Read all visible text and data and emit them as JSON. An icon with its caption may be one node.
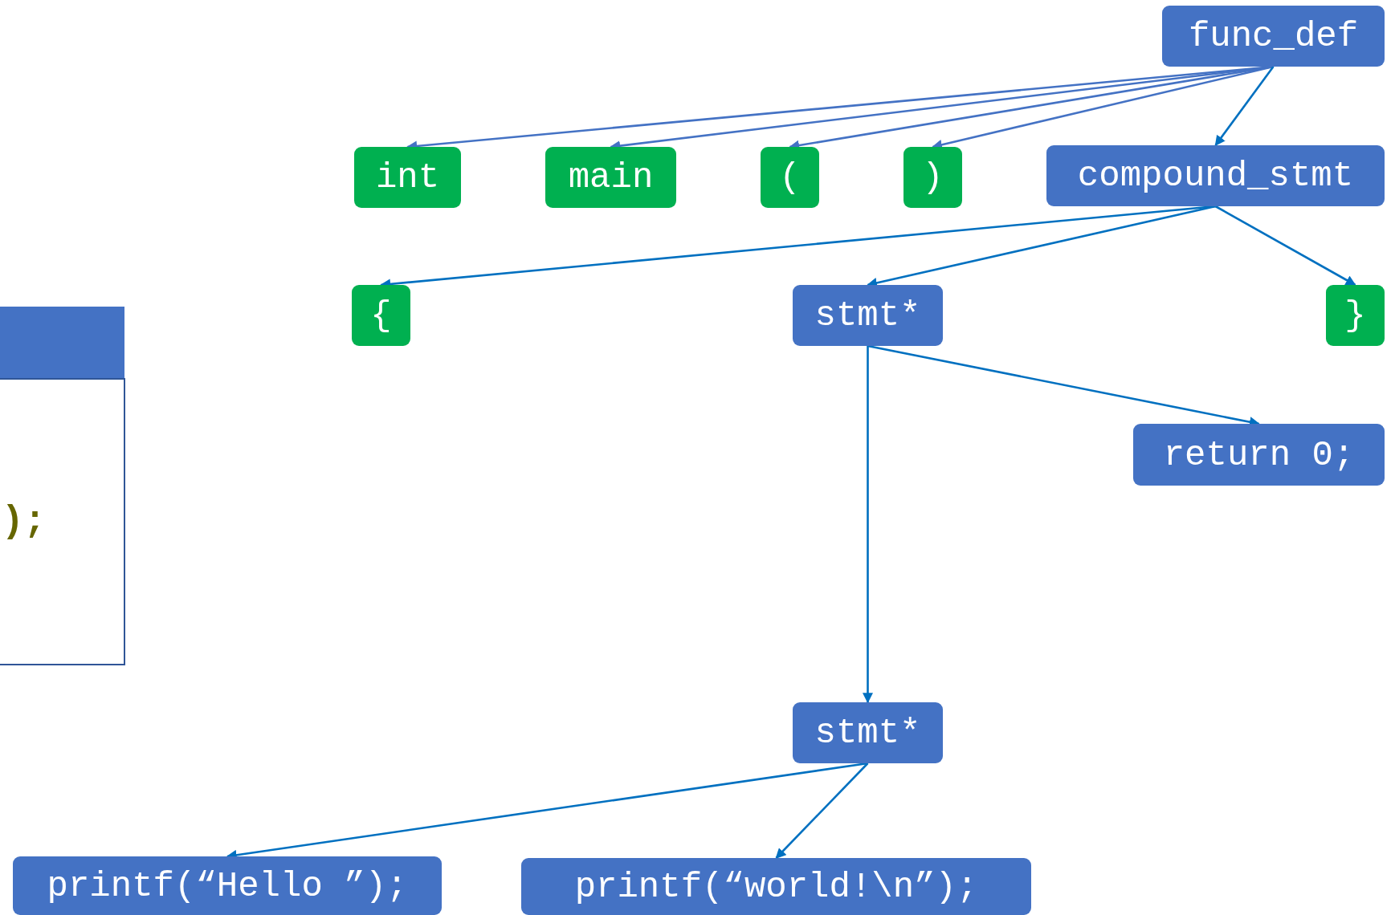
{
  "diagram": {
    "nodes": [
      {
        "text": [
          ");"
        ]
      },
      {
        "text": [
          "func_def"
        ]
      },
      {
        "text": [
          "int"
        ]
      },
      {
        "text": [
          "main"
        ]
      },
      {
        "text": [
          "("
        ]
      },
      {
        "text": [
          ")"
        ]
      },
      {
        "text": [
          "compound_stmt"
        ]
      },
      {
        "text": [
          "{"
        ]
      },
      {
        "text": [
          "stmt*"
        ]
      },
      {
        "text": [
          "}"
        ]
      },
      {
        "text": [
          "return 0;"
        ]
      },
      {
        "text": [
          "stmt*"
        ]
      },
      {
        "text": [
          "printf(“Hello ”);"
        ]
      },
      {
        "text": [
          "printf(“world!\\n”);"
        ]
      }
    ],
    "edges": [
      {
        "from": 1,
        "to": 2,
        "arrow": "to",
        "color": "#4472c4"
      },
      {
        "from": 1,
        "to": 3,
        "arrow": "to",
        "color": "#4472c4"
      },
      {
        "from": 1,
        "to": 4,
        "arrow": "to",
        "color": "#4472c4"
      },
      {
        "from": 1,
        "to": 5,
        "arrow": "to",
        "color": "#4472c4"
      },
      {
        "from": 1,
        "to": 6,
        "arrow": "to"
      },
      {
        "from": 6,
        "to": 7,
        "arrow": "to"
      },
      {
        "from": 6,
        "to": 8,
        "arrow": "to"
      },
      {
        "from": 6,
        "to": 9,
        "arrow": "to"
      },
      {
        "from": 8,
        "to": 11,
        "arrow": "to"
      },
      {
        "from": 8,
        "to": 10,
        "arrow": "to"
      },
      {
        "from": 11,
        "to": 12,
        "arrow": "to"
      },
      {
        "from": 11,
        "to": 13,
        "arrow": "to"
      }
    ]
  }
}
